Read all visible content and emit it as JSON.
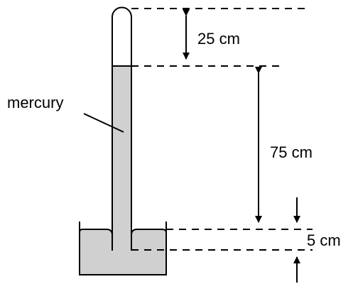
{
  "labels": {
    "mercury": "mercury",
    "vacuum_gap": "25 cm",
    "column_height": "75 cm",
    "dish_depth": "5 cm"
  },
  "colors": {
    "mercury": "#d0d0d0",
    "line": "#000000"
  }
}
